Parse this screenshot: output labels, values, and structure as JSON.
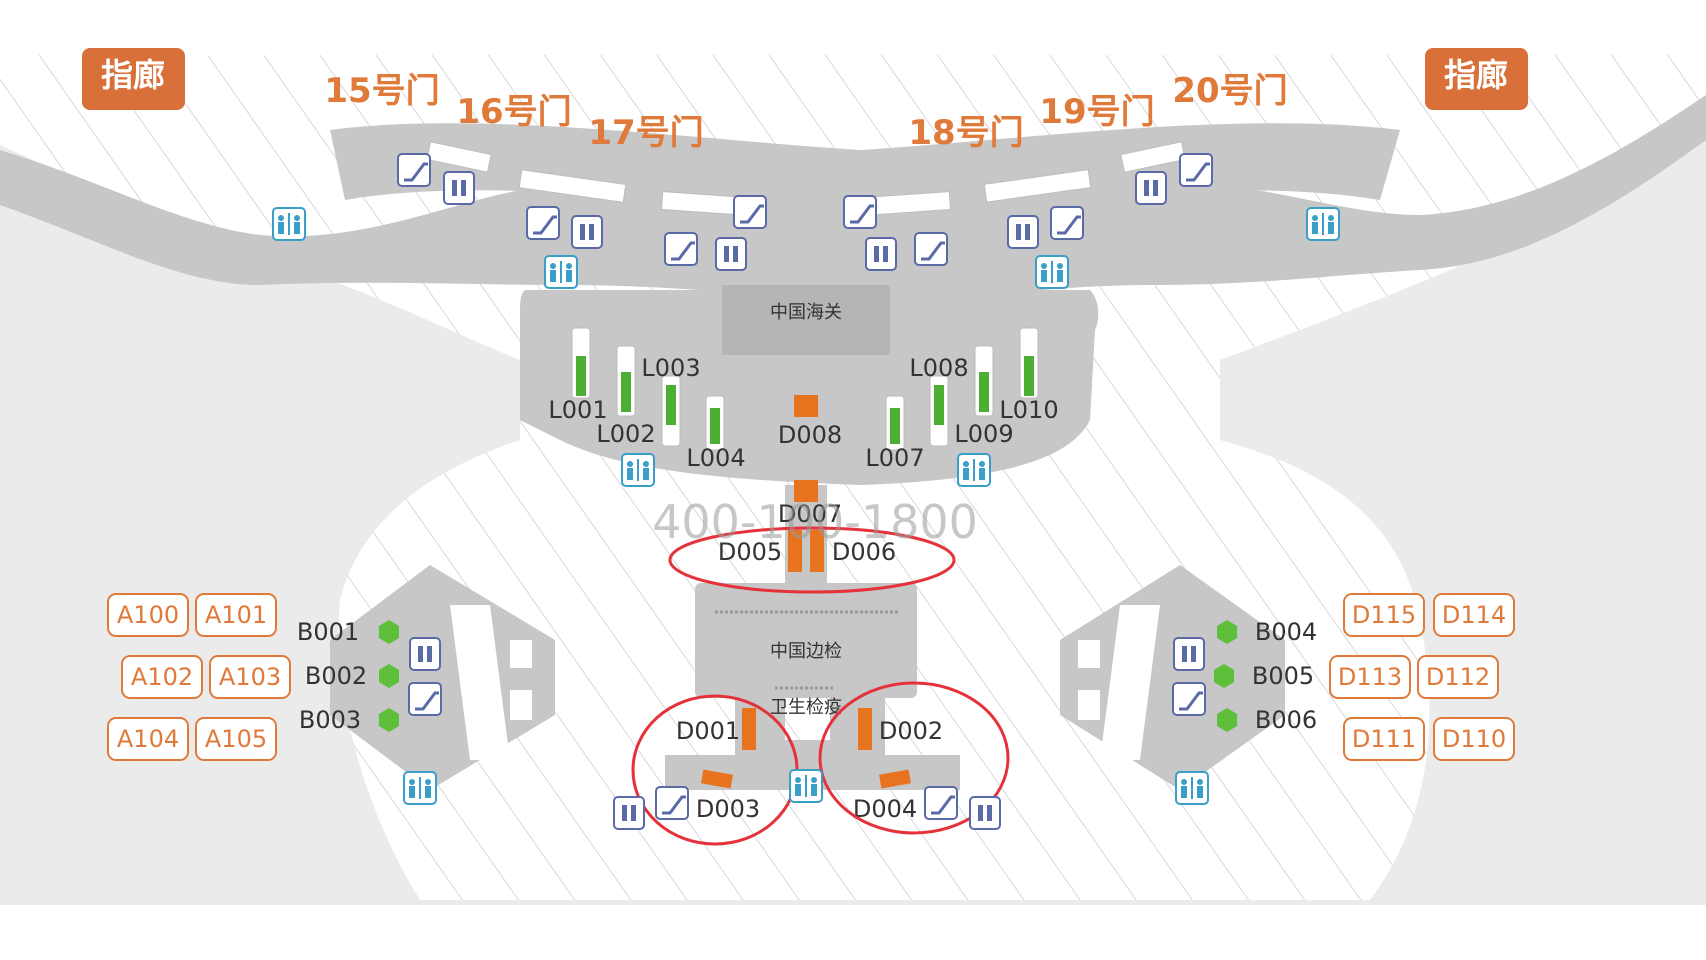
{
  "colors": {
    "accent": "#d9703a",
    "gate_text": "#e07a3a",
    "belt_green": "#4caf32",
    "counter_orange": "#e8731f",
    "highlight_red": "#e5323a",
    "building_gray": "#c7c7c7",
    "floor_light": "#ebebeb",
    "icon_blue": "#5a6aa6",
    "restroom_teal": "#3a9fc6"
  },
  "piers": [
    "指廊",
    "指廊"
  ],
  "gates": [
    "15号门",
    "16号门",
    "17号门",
    "18号门",
    "19号门",
    "20号门"
  ],
  "zones": {
    "customs": "中国海关",
    "border": "中国边检",
    "quarantine": "卫生检疫"
  },
  "belts": [
    "L001",
    "L002",
    "L003",
    "L004",
    "L007",
    "L008",
    "L009",
    "L010"
  ],
  "counters": [
    "D008",
    "D007",
    "D005",
    "D006",
    "D001",
    "D002",
    "D003",
    "D004"
  ],
  "bridges": [
    "B001",
    "B002",
    "B003",
    "B004",
    "B005",
    "B006"
  ],
  "shops_left": [
    "A100",
    "A101",
    "A102",
    "A103",
    "A104",
    "A105"
  ],
  "shops_right": [
    "D115",
    "D114",
    "D113",
    "D112",
    "D111",
    "D110"
  ],
  "watermark": "400-100-1800",
  "icons": [
    "escalator-icon",
    "elevator-icon",
    "restroom-icon"
  ]
}
